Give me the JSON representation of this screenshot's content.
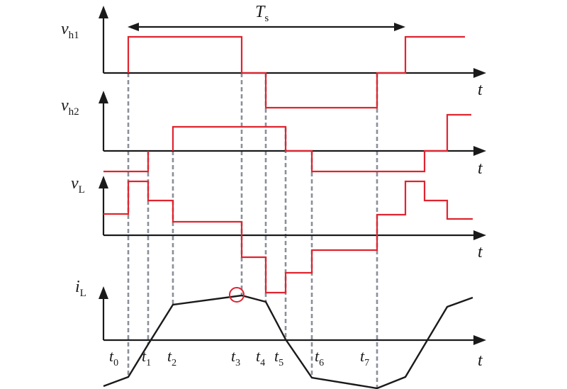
{
  "period": {
    "symbol": "T",
    "sub": "s"
  },
  "signals": {
    "vh1": {
      "symbol": "v",
      "sub": "h1"
    },
    "vh2": {
      "symbol": "v",
      "sub": "h2"
    },
    "vL": {
      "symbol": "v",
      "sub": "L"
    },
    "iL": {
      "symbol": "i",
      "sub": "L"
    }
  },
  "time_axis_label": "t",
  "time_instants": [
    {
      "symbol": "t",
      "sub": "0"
    },
    {
      "symbol": "t",
      "sub": "1"
    },
    {
      "symbol": "t",
      "sub": "2"
    },
    {
      "symbol": "t",
      "sub": "3"
    },
    {
      "symbol": "t",
      "sub": "4"
    },
    {
      "symbol": "t",
      "sub": "5"
    },
    {
      "symbol": "t",
      "sub": "6"
    },
    {
      "symbol": "t",
      "sub": "7"
    }
  ],
  "colors": {
    "switching_waveform": "#e0242f",
    "current_waveform": "#1a1a1a",
    "guide_lines": "#8a8f99"
  }
}
